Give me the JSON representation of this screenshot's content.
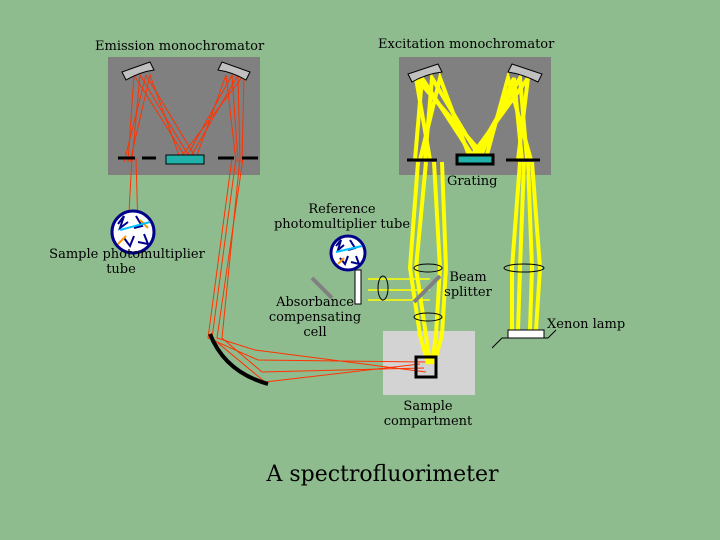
{
  "colors": {
    "background": "#8fbc8f",
    "box_fill": "#808080",
    "light_beam": "#ffff00",
    "emission_beam": "#ff3300",
    "grating": "#20b2aa",
    "mirror": "#000000"
  },
  "labels": {
    "emission_monochromator": "Emission monochromator",
    "excitation_monochromator": "Excitation monochromator",
    "grating": "Grating",
    "reference_pmt_line1": "Reference",
    "reference_pmt_line2": "photomultiplier tube",
    "sample_pmt_line1": "Sample photomultiplier",
    "sample_pmt_line2": "tube",
    "beam_splitter_line1": "Beam",
    "beam_splitter_line2": "splitter",
    "absorbance_line1": "Absorbance",
    "absorbance_line2": "compensating",
    "absorbance_line3": "cell",
    "xenon_lamp": "Xenon lamp",
    "sample_compartment_line1": "Sample",
    "sample_compartment_line2": "compartment"
  },
  "title": "A spectrofluorimeter"
}
